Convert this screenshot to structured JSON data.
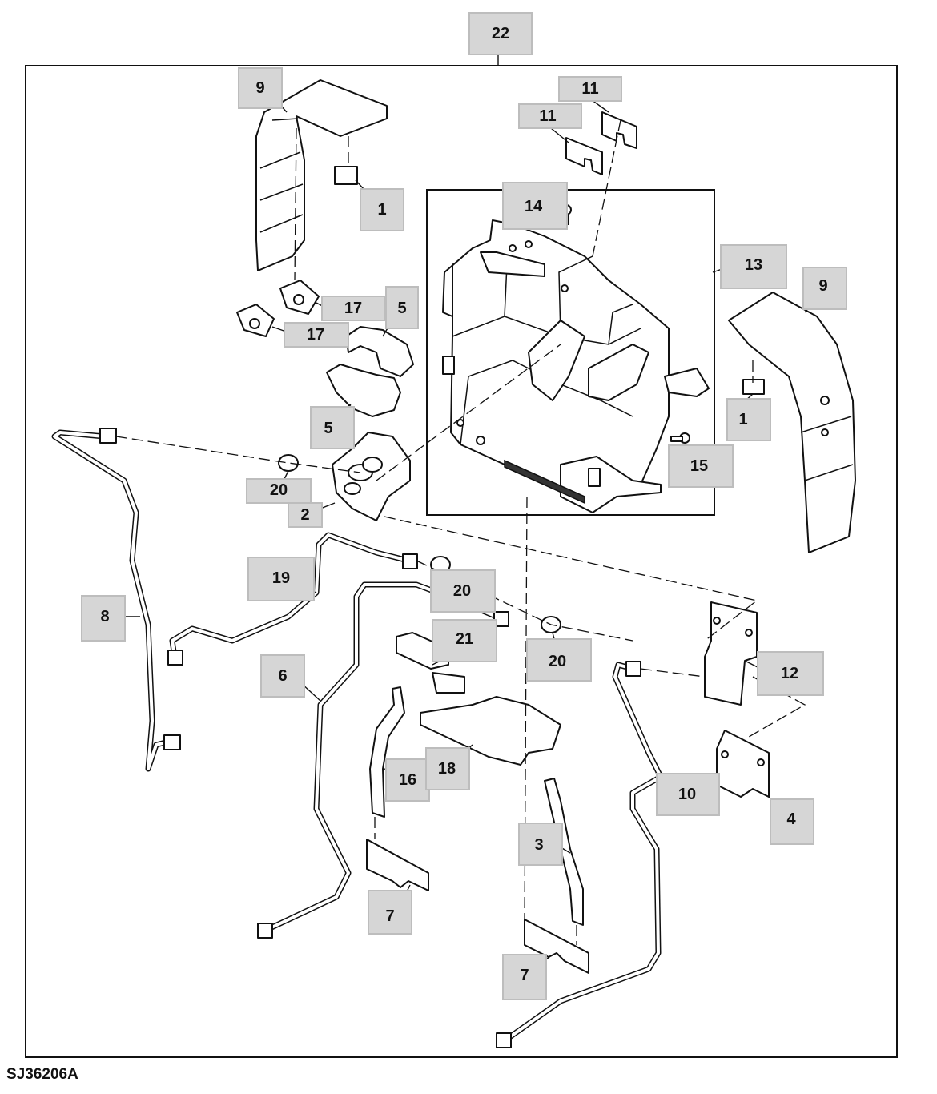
{
  "figure_code": "SJ36206A",
  "callouts": {
    "c22": "22",
    "c9a": "9",
    "c11a": "11",
    "c11b": "11",
    "c1a": "1",
    "c14": "14",
    "c13": "13",
    "c9b": "9",
    "c17a": "17",
    "c17b": "17",
    "c5a": "5",
    "c5b": "5",
    "c1b": "1",
    "c15": "15",
    "c20a": "20",
    "c2": "2",
    "c19": "19",
    "c20b": "20",
    "c8": "8",
    "c21": "21",
    "c20c": "20",
    "c12": "12",
    "c6": "6",
    "c16": "16",
    "c18": "18",
    "c10": "10",
    "c4": "4",
    "c3": "3",
    "c7a": "7",
    "c7b": "7"
  },
  "colors": {
    "callout_fill": "#d6d6d6",
    "line": "#111111",
    "background": "#ffffff"
  }
}
